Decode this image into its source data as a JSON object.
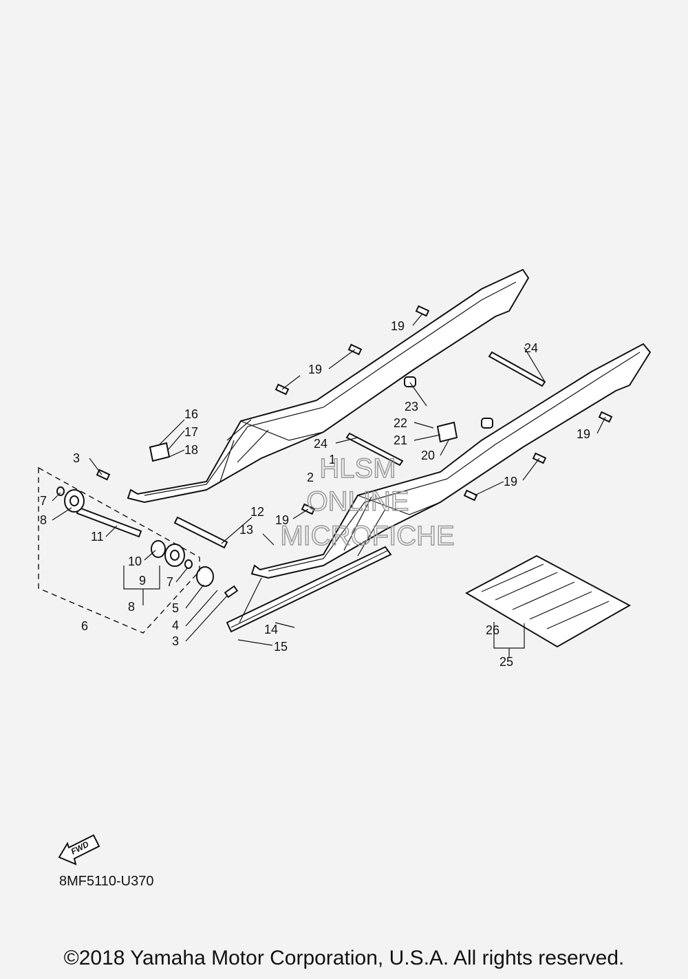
{
  "diagram": {
    "callouts": [
      {
        "id": "c19a",
        "text": "19"
      },
      {
        "id": "c24a",
        "text": "24"
      },
      {
        "id": "c19b",
        "text": "19"
      },
      {
        "id": "c23",
        "text": "23"
      },
      {
        "id": "c22",
        "text": "22"
      },
      {
        "id": "c21",
        "text": "21"
      },
      {
        "id": "c20",
        "text": "20"
      },
      {
        "id": "c24b",
        "text": "24"
      },
      {
        "id": "c19c",
        "text": "19"
      },
      {
        "id": "c16",
        "text": "16"
      },
      {
        "id": "c17",
        "text": "17"
      },
      {
        "id": "c18",
        "text": "18"
      },
      {
        "id": "c1",
        "text": "1"
      },
      {
        "id": "c2",
        "text": "2"
      },
      {
        "id": "c19d",
        "text": "19"
      },
      {
        "id": "c19e",
        "text": "19"
      },
      {
        "id": "c3a",
        "text": "3"
      },
      {
        "id": "c7a",
        "text": "7"
      },
      {
        "id": "c8a",
        "text": "8"
      },
      {
        "id": "c12",
        "text": "12"
      },
      {
        "id": "c13",
        "text": "13"
      },
      {
        "id": "c11",
        "text": "11"
      },
      {
        "id": "c10",
        "text": "10"
      },
      {
        "id": "c9",
        "text": "9"
      },
      {
        "id": "c7b",
        "text": "7"
      },
      {
        "id": "c8b",
        "text": "8"
      },
      {
        "id": "c5",
        "text": "5"
      },
      {
        "id": "c4",
        "text": "4"
      },
      {
        "id": "c6",
        "text": "6"
      },
      {
        "id": "c3b",
        "text": "3"
      },
      {
        "id": "c14",
        "text": "14"
      },
      {
        "id": "c15",
        "text": "15"
      },
      {
        "id": "c26",
        "text": "26"
      },
      {
        "id": "c25",
        "text": "25"
      }
    ],
    "watermark": [
      "HLSM",
      "ONLINE",
      "MICROFICHE"
    ],
    "fwd_label": "FWD",
    "reference_code": "8MF5110-U370"
  },
  "footer": {
    "copyright": "©2018 Yamaha Motor Corporation, U.S.A. All rights reserved."
  }
}
